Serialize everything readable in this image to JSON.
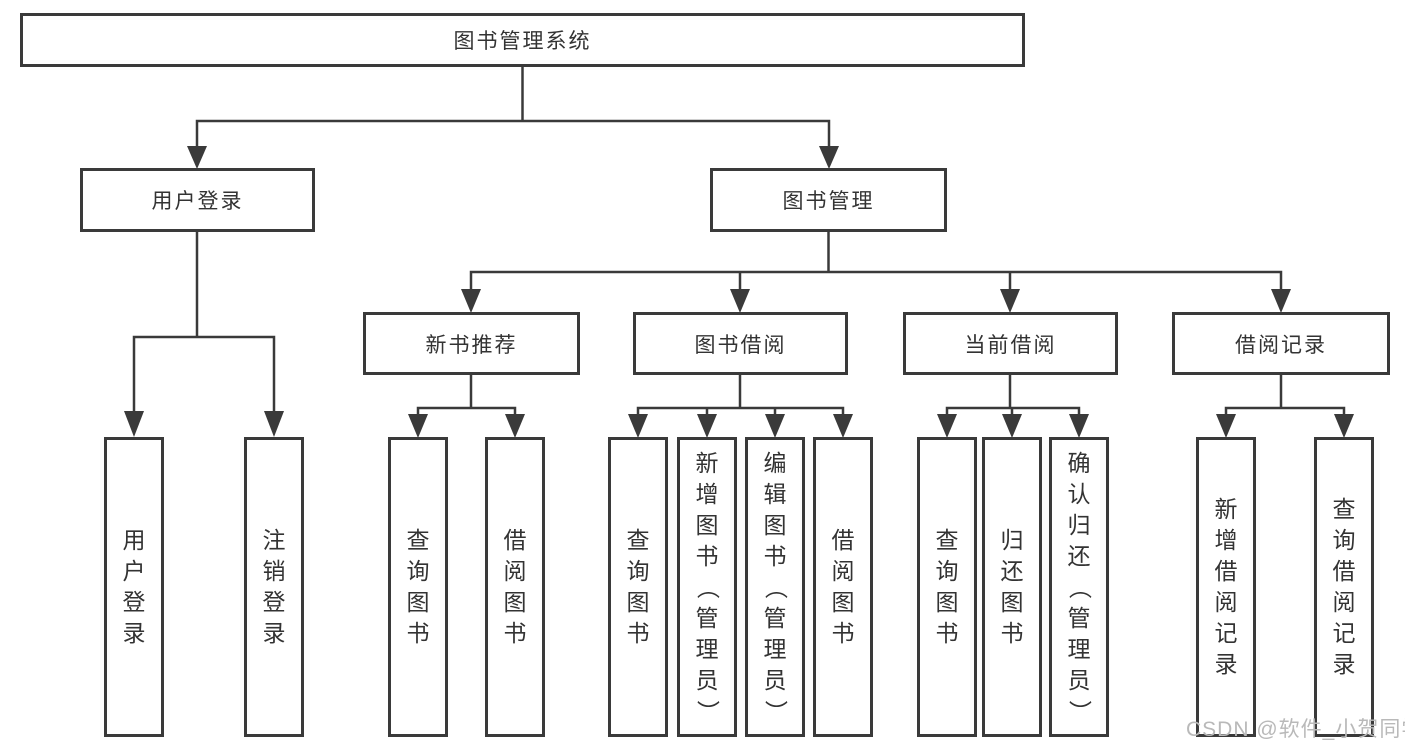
{
  "tree": {
    "root": {
      "label": "图书管理系统"
    },
    "branches": [
      {
        "label": "用户登录",
        "children": [
          {
            "label": "用户登录"
          },
          {
            "label": "注销登录"
          }
        ]
      },
      {
        "label": "图书管理",
        "groups": [
          {
            "label": "新书推荐",
            "children": [
              {
                "label": "查询图书"
              },
              {
                "label": "借阅图书"
              }
            ]
          },
          {
            "label": "图书借阅",
            "children": [
              {
                "label": "查询图书"
              },
              {
                "label": "新增图书（管理员）"
              },
              {
                "label": "编辑图书（管理员）"
              },
              {
                "label": "借阅图书"
              }
            ]
          },
          {
            "label": "当前借阅",
            "children": [
              {
                "label": "查询图书"
              },
              {
                "label": "归还图书"
              },
              {
                "label": "确认归还（管理员）"
              }
            ]
          },
          {
            "label": "借阅记录",
            "children": [
              {
                "label": "新增借阅记录"
              },
              {
                "label": "查询借阅记录"
              }
            ]
          }
        ]
      }
    ]
  },
  "watermark": {
    "text": "CSDN @软件_小贺同学"
  },
  "colors": {
    "line": "#3a3a3a",
    "border": "#3a3a3a",
    "text": "#333333",
    "watermark": "#b9b9b9",
    "background": "#ffffff"
  }
}
